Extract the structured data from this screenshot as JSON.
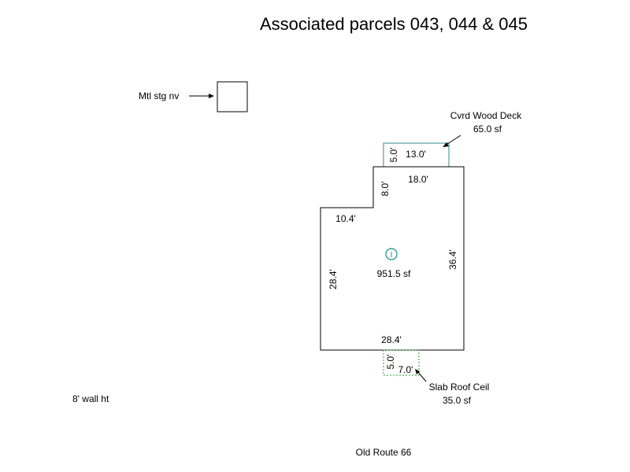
{
  "title": "Associated parcels 043, 044 & 045",
  "storage": {
    "label": "Mtl stg nv"
  },
  "deck": {
    "name": "Cvrd Wood Deck",
    "area": "65.0 sf",
    "dim_width": "13.0'",
    "dim_depth": "5.0'"
  },
  "main": {
    "marker": "I",
    "area": "951.5 sf",
    "dim_top": "18.0'",
    "dim_notch_h": "8.0'",
    "dim_notch_w": "10.4'",
    "dim_left": "28.4'",
    "dim_right": "36.4'",
    "dim_bottom": "28.4'"
  },
  "slab": {
    "name": "Slab Roof Ceil",
    "area": "35.0 sf",
    "dim_depth": "5.0'",
    "dim_width": "7.0'"
  },
  "notes": {
    "wall_height": "8' wall ht",
    "road": "Old Route 66"
  },
  "colors": {
    "line": "#000000",
    "deck": "#2e8b8b",
    "slab": "#2e9b2e",
    "marker": "#1a8a8a"
  }
}
